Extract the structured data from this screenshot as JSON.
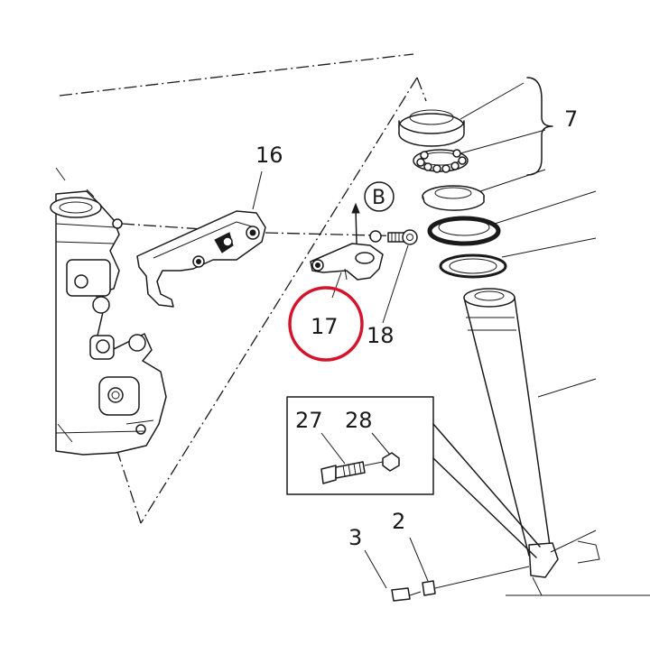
{
  "callouts": [
    {
      "id": "c7",
      "text": "7"
    },
    {
      "id": "c16",
      "text": "16"
    },
    {
      "id": "cB",
      "text": "B"
    },
    {
      "id": "c17",
      "text": "17"
    },
    {
      "id": "c18",
      "text": "18"
    },
    {
      "id": "c27",
      "text": "27"
    },
    {
      "id": "c28",
      "text": "28"
    },
    {
      "id": "c3",
      "text": "3"
    },
    {
      "id": "c2",
      "text": "2"
    }
  ],
  "highlight": {
    "label_text": "17",
    "color": "#d4142c"
  },
  "colors": {
    "line": "#1a1a1a",
    "background": "#ffffff"
  }
}
